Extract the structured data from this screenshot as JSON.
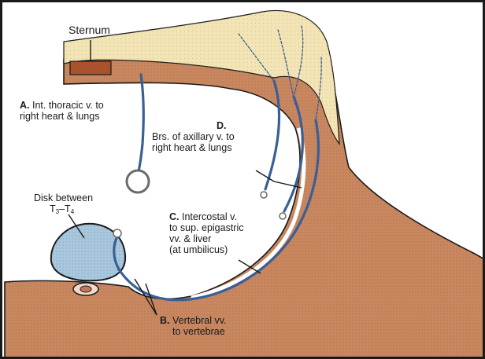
{
  "labels": {
    "sternum": "Sternum",
    "a_letter": "A.",
    "a_line1": "Int. thoracic v. to",
    "a_line2": "right heart & lungs",
    "d_letter": "D.",
    "d_line1": "Brs. of axillary v. to",
    "d_line2": "right heart & lungs",
    "disk_line1": "Disk between",
    "disk_t": "T",
    "disk_sub3": "3",
    "disk_dash": "–T",
    "disk_sub4": "4",
    "c_letter": "C.",
    "c_line1": "Intercostal v.",
    "c_line2": "to sup. epigastric",
    "c_line3": "vv. & liver",
    "c_line4": "(at umbilicus)",
    "b_letter": "B.",
    "b_line1": "Vertebral vv.",
    "b_line2": "to vertebrae"
  },
  "colors": {
    "tissue": "#c8875f",
    "skin": "#f3e4b5",
    "sternum_bone": "#a8532d",
    "vein": "#3a5f95",
    "disk": "#a9c8de",
    "outline": "#1a1a1a",
    "frame": "#1a1a1a"
  },
  "icons": {
    "vein_loop": "circle-loop",
    "vein_ends": "open-circle-ends"
  }
}
